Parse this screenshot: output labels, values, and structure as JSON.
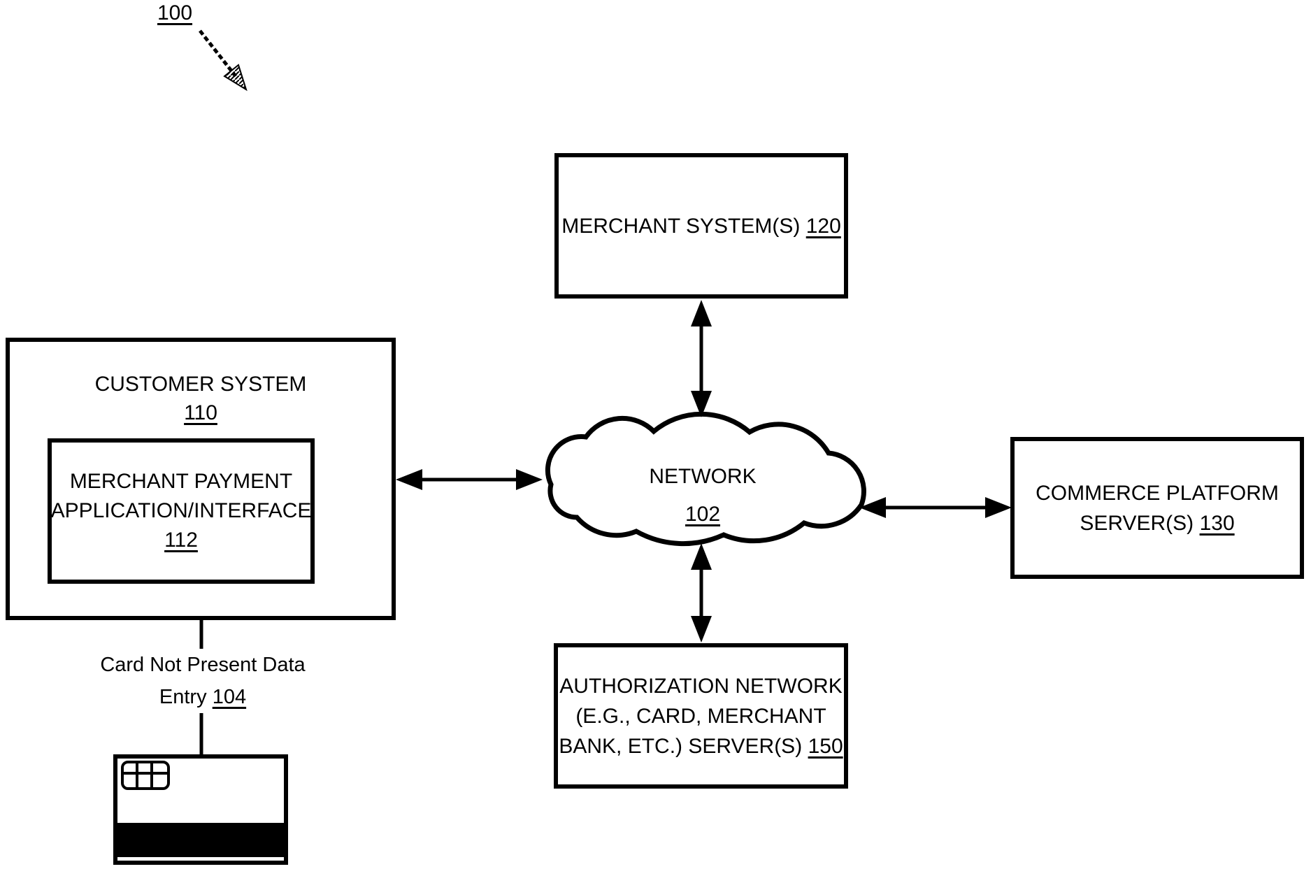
{
  "figure": {
    "ref": "100"
  },
  "boxes": {
    "merchant": {
      "label": "MERCHANT SYSTEM(S)",
      "ref": "120"
    },
    "customer": {
      "line1": "CUSTOMER SYSTEM",
      "ref": "110"
    },
    "payment_app": {
      "line1": "MERCHANT PAYMENT",
      "line2": "APPLICATION/INTERFACE",
      "ref": "112"
    },
    "commerce": {
      "line1": "COMMERCE PLATFORM",
      "line2": "SERVER(S)",
      "ref": "130"
    },
    "authorization": {
      "line1": "AUTHORIZATION NETWORK",
      "line2": "(E.G., CARD, MERCHANT",
      "line3": "BANK, ETC.) SERVER(S)",
      "ref": "150"
    }
  },
  "network": {
    "label": "NETWORK",
    "ref": "102"
  },
  "card_label": {
    "line1": "Card Not Present Data",
    "line2": "Entry",
    "ref": "104"
  },
  "icons": {
    "payment_card": "payment-card-icon",
    "card_chip": "card-chip-icon"
  },
  "colors": {
    "ink": "#000000",
    "background": "#ffffff"
  }
}
